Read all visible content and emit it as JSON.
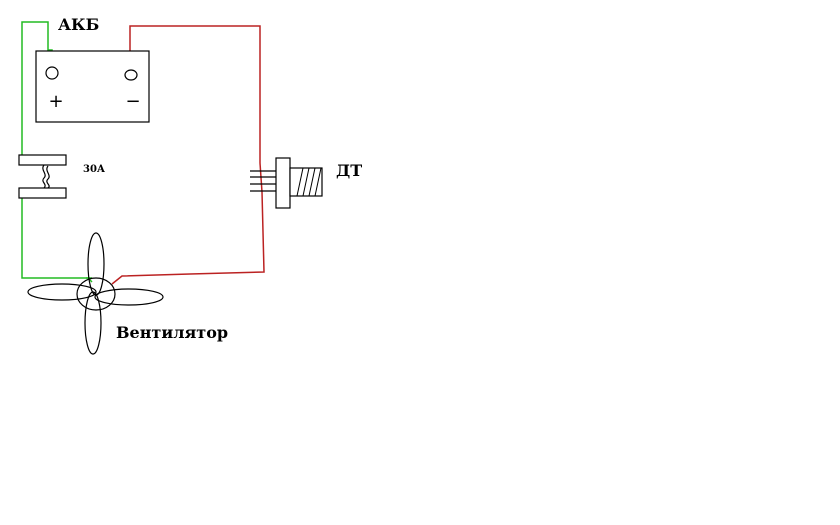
{
  "diagram": {
    "battery_label": "АКБ",
    "plus_sign": "+",
    "minus_sign": "−",
    "fuse_label": "30А",
    "sensor_label": "ДТ",
    "fan_label": "Вентилятор"
  },
  "colors": {
    "positive_wire": "#22bb22",
    "negative_wire": "#bb2222",
    "outline": "#000000",
    "background": "#ffffff"
  },
  "icons": [
    "battery-icon",
    "fuse-icon",
    "temperature-sensor-icon",
    "fan-icon"
  ]
}
